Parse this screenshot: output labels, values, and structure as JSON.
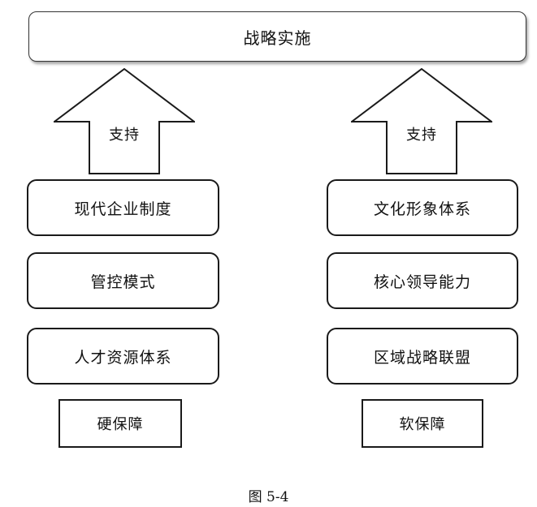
{
  "top": {
    "label": "战略实施"
  },
  "left": {
    "arrow_label": "支持",
    "items": [
      "现代企业制度",
      "管控模式",
      "人才资源体系"
    ],
    "base": "硬保障"
  },
  "right": {
    "arrow_label": "支持",
    "items": [
      "文化形象体系",
      "核心领导能力",
      "区域战略联盟"
    ],
    "base": "软保障"
  },
  "caption": "图 5-4"
}
